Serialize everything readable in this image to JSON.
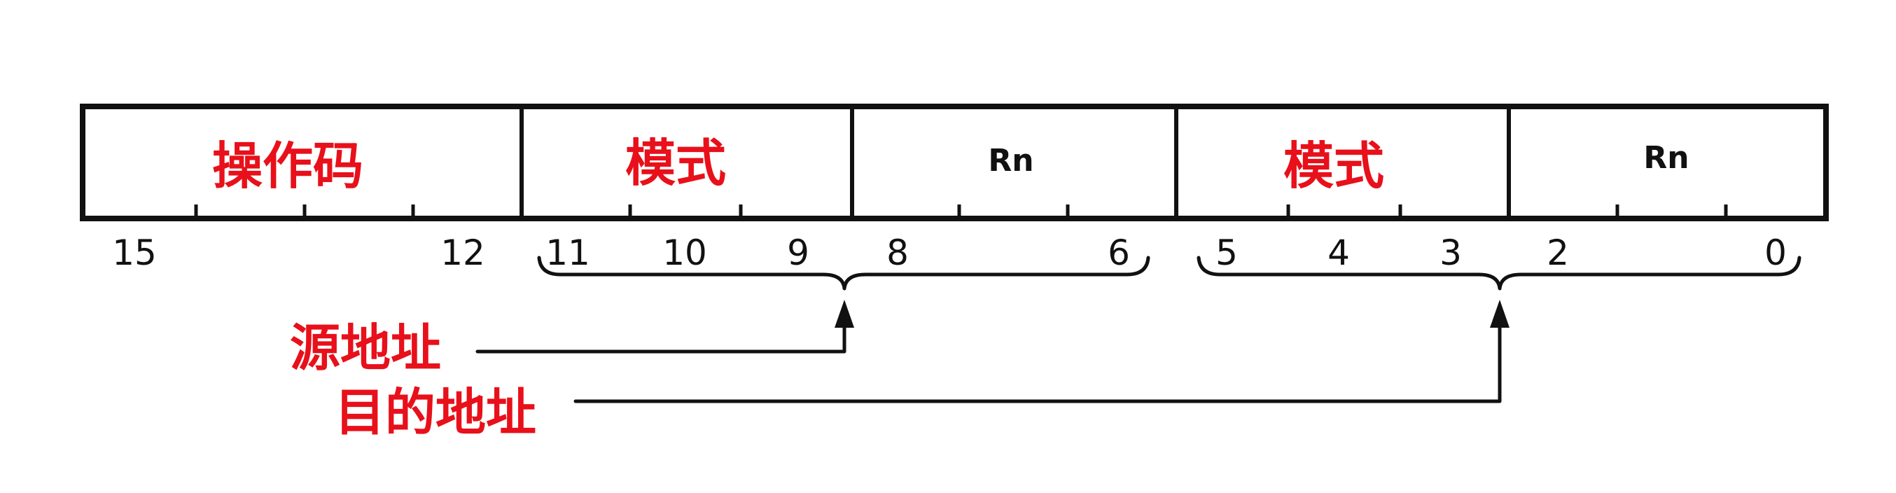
{
  "fields": [
    {
      "label": "操作码",
      "color": "#e8101a"
    },
    {
      "label": "模式",
      "color": "#e8101a"
    },
    {
      "label": "Rn",
      "color": "#111111"
    },
    {
      "label": "模式",
      "color": "#e8101a"
    },
    {
      "label": "Rn",
      "color": "#111111"
    }
  ],
  "bits": [
    "15",
    "12",
    "11",
    "10",
    "9",
    "8",
    "6",
    "5",
    "4",
    "3",
    "2",
    "0"
  ],
  "labels": {
    "source": "源地址",
    "destination": "目的地址"
  },
  "colors": {
    "accent": "#e8101a",
    "ink": "#111111",
    "background": "#ffffff"
  }
}
